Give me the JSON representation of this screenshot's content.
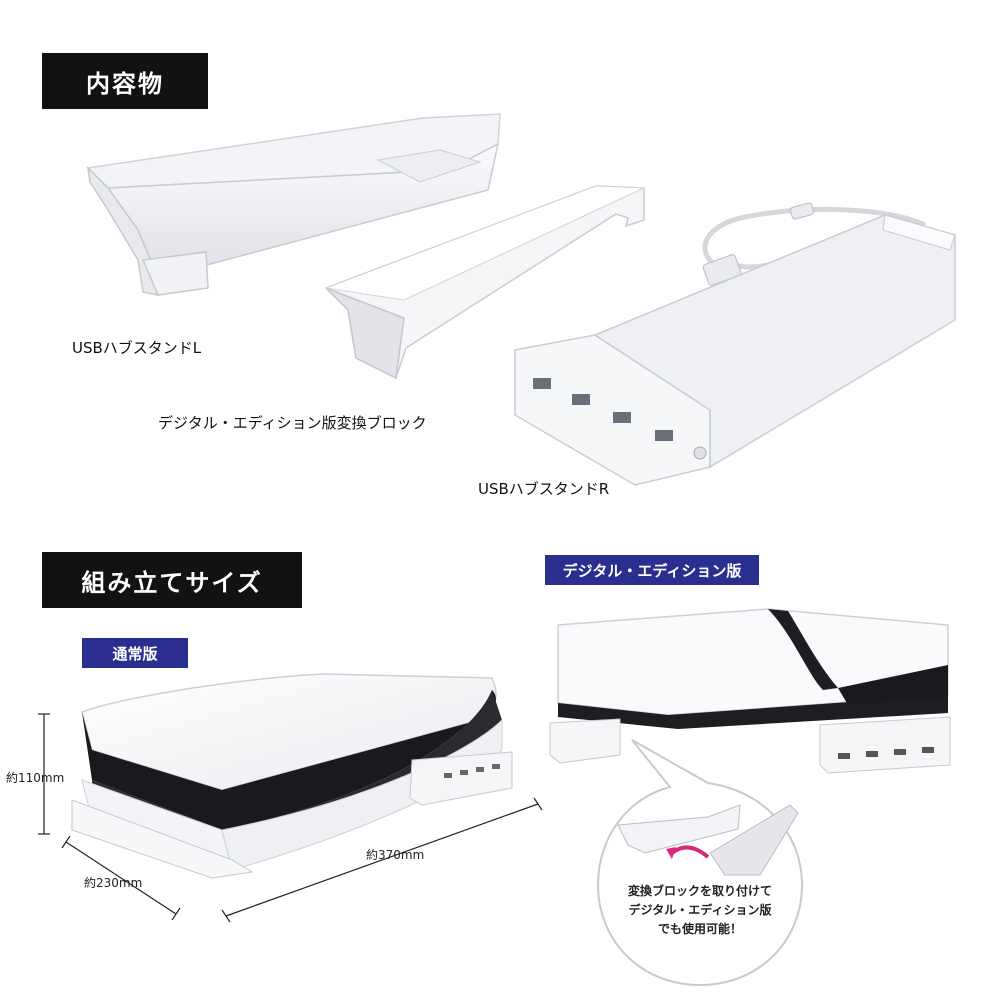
{
  "sections": {
    "contents_title": "内容物",
    "assembly_title": "組み立てサイズ"
  },
  "products": {
    "stand_l": "USBハブスタンドL",
    "conversion_block": "デジタル・エディション版変換ブロック",
    "stand_r": "USBハブスタンドR"
  },
  "badges": {
    "standard": "通常版",
    "digital": "デジタル・エディション版"
  },
  "dimensions": {
    "height": "約110mm",
    "depth": "約230mm",
    "width": "約370mm"
  },
  "callout": {
    "lines": [
      "変換ブロックを取り付けて",
      "デジタル・エディション版",
      "でも使用可能！"
    ]
  },
  "colors": {
    "banner": "#121212",
    "badge": "#2a2f8f",
    "arrow": "#d6287a"
  }
}
